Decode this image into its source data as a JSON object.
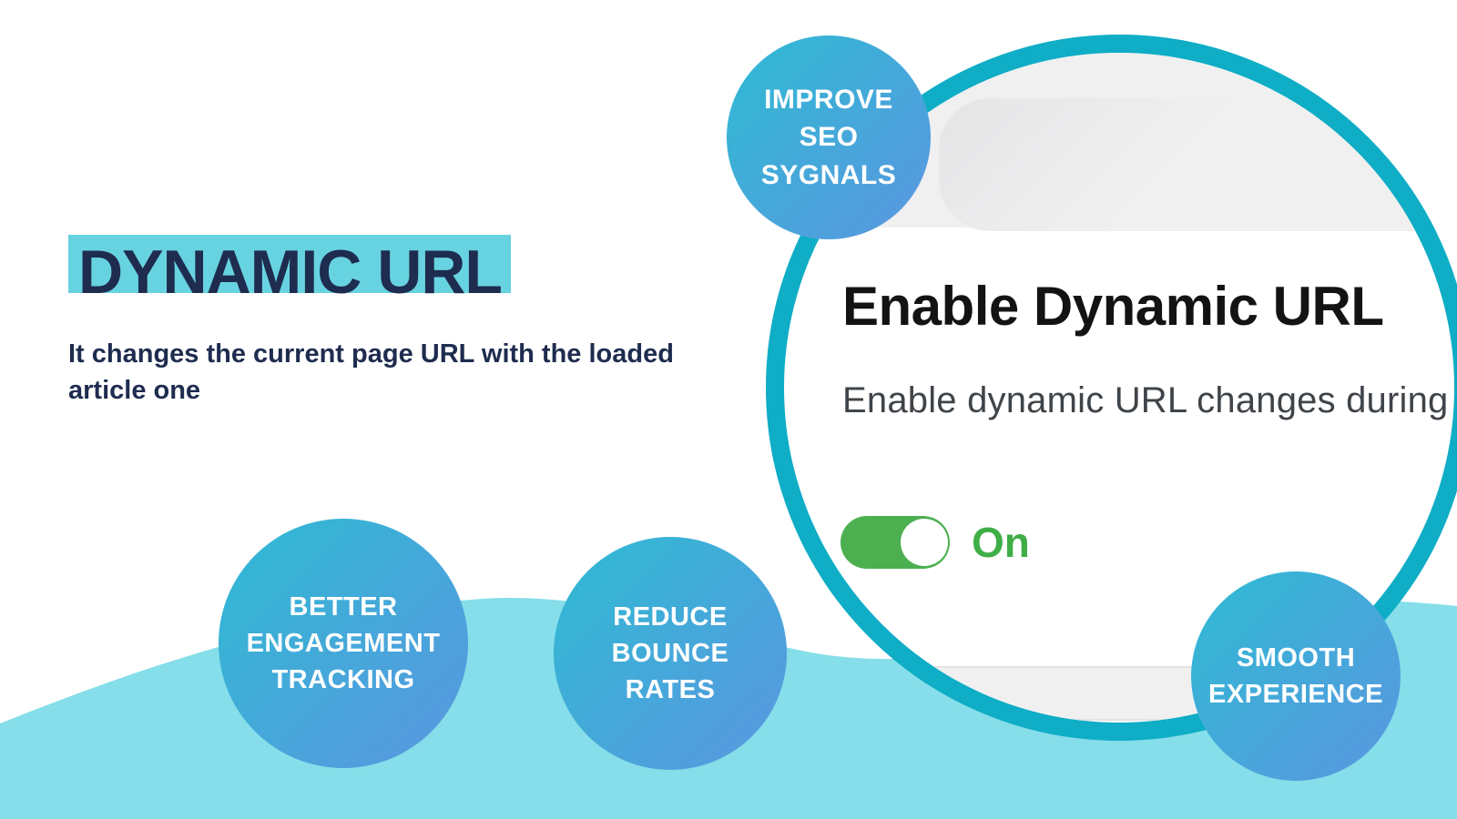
{
  "page": {
    "background_color": "#ffffff",
    "wave_color": "#85dee9"
  },
  "header": {
    "title": "DYNAMIC URL",
    "subtitle": "It changes the current page URL with the loaded article one",
    "title_color": "#1e2c4f",
    "highlight_color": "#68d3e0"
  },
  "badges": [
    {
      "id": "improve-seo-sygnals",
      "lines": [
        "IMPROVE",
        "SEO",
        "SYGNALS"
      ]
    },
    {
      "id": "better-engagement-tracking",
      "lines": [
        "BETTER",
        "ENGAGEMENT",
        "TRACKING"
      ]
    },
    {
      "id": "reduce-bounce-rates",
      "lines": [
        "REDUCE",
        "BOUNCE",
        "RATES"
      ]
    },
    {
      "id": "smooth-experience",
      "lines": [
        "SMOOTH",
        "EXPERIENCE"
      ]
    }
  ],
  "badge_gradient": {
    "from": "#2ebbd3",
    "to": "#5b96e0"
  },
  "screenshot_circle": {
    "ring_color": "#0fadc6",
    "heading": "Enable Dynamic URL",
    "description": "Enable dynamic URL changes during",
    "toggle": {
      "state": "on",
      "label": "On",
      "track_color": "#4caf50",
      "label_color": "#3fae47"
    }
  }
}
